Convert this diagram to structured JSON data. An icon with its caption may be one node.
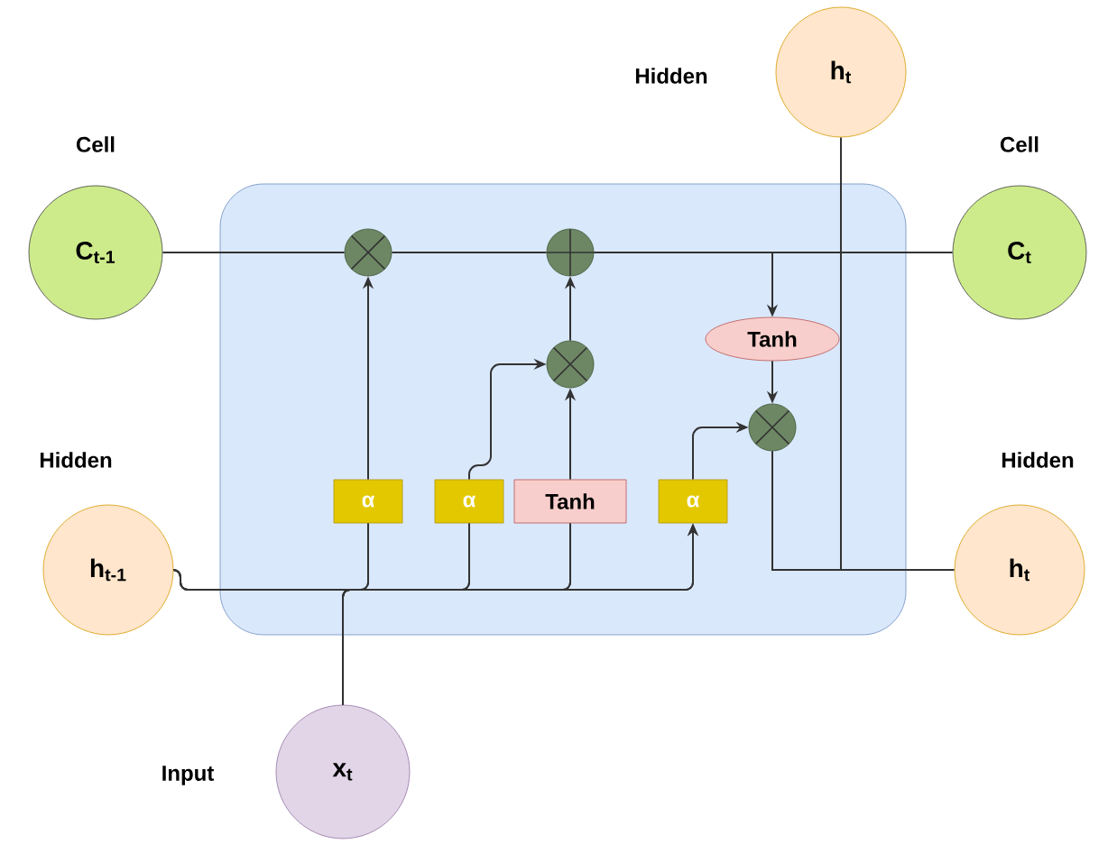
{
  "diagram": {
    "nodes": [
      {
        "text": [
          "h$_{t}$"
        ],
        "beside": [
          "Hidden"
        ]
      },
      {
        "text": [
          "C$_{t-1}$"
        ],
        "beside": [
          "Cell"
        ]
      },
      {
        "text": [],
        "shape": "box"
      },
      {
        "text": [],
        "shape": "cross-circle",
        "in": 2
      },
      {
        "text": [],
        "shape": "plus-circle",
        "in": 2
      },
      {
        "text": [],
        "shape": "cross-circle",
        "in": 2
      },
      {
        "text": [
          "Tanh"
        ],
        "in": 2
      },
      {
        "text": [],
        "shape": "cross-circle",
        "in": 2
      },
      {
        "text": [
          "α"
        ],
        "in": 2
      },
      {
        "text": [
          "α"
        ],
        "in": 2
      },
      {
        "text": [
          "Tanh"
        ],
        "in": 2
      },
      {
        "text": [
          "α"
        ],
        "in": 2
      },
      {
        "text": [
          "C$_{t}$"
        ],
        "beside": [
          "Cell"
        ]
      },
      {
        "text": [
          "h$_{t-1}$"
        ],
        "beside": [
          "Hidden"
        ]
      },
      {
        "text": [
          "h$_{t}$"
        ],
        "beside": [
          "Hidden"
        ]
      },
      {
        "text": [
          "x$_{t}$"
        ],
        "beside": [
          "Input"
        ]
      }
    ],
    "edges": [
      {
        "from": 1,
        "to": 3,
        "arrow": "none"
      },
      {
        "from": 3,
        "to": 4,
        "arrow": "none"
      },
      {
        "from": 4,
        "to": 12,
        "arrow": "none"
      },
      {
        "from": 8,
        "to": 3,
        "arrow": "to"
      },
      {
        "from": 9,
        "to": 5,
        "arrow": "to"
      },
      {
        "from": 10,
        "to": 5,
        "arrow": "to"
      },
      {
        "from": 5,
        "to": 4,
        "arrow": "to"
      },
      {
        "from": 4,
        "to": 6,
        "arrow": "to"
      },
      {
        "from": 6,
        "to": 7,
        "arrow": "to"
      },
      {
        "from": 11,
        "to": 7,
        "arrow": "to"
      },
      {
        "from": 7,
        "to": 14,
        "arrow": "none"
      },
      {
        "from": 7,
        "to": 0,
        "arrow": "none"
      },
      {
        "from": 13,
        "to": 8,
        "arrow": "none"
      },
      {
        "from": 13,
        "to": 9,
        "arrow": "none"
      },
      {
        "from": 13,
        "to": 10,
        "arrow": "none"
      },
      {
        "from": 13,
        "to": 11,
        "arrow": "to"
      },
      {
        "from": 15,
        "to": 8,
        "arrow": "none"
      },
      {
        "from": 15,
        "to": 9,
        "arrow": "none"
      },
      {
        "from": 15,
        "to": 10,
        "arrow": "none"
      },
      {
        "from": 15,
        "to": 11,
        "arrow": "to"
      }
    ]
  }
}
